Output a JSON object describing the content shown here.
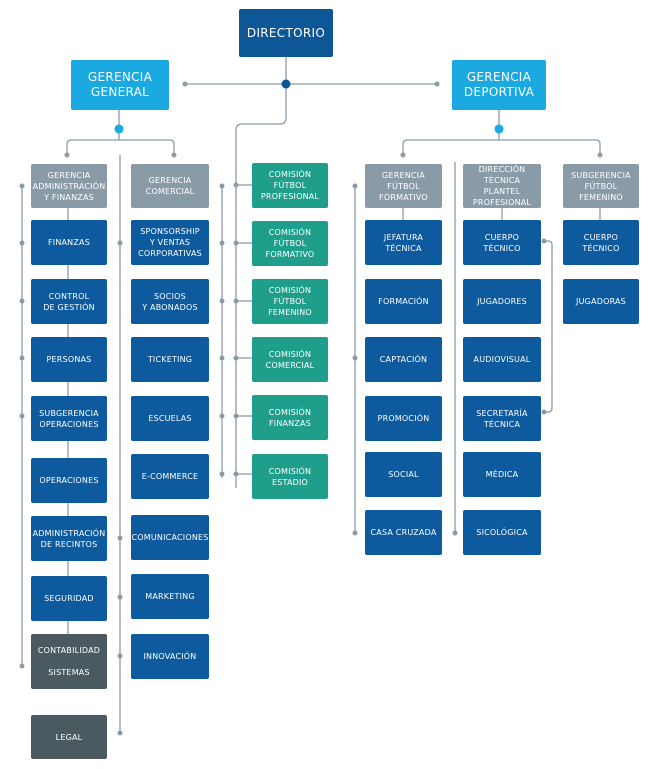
{
  "directorio": "DIRECTORIO",
  "gerencia_general": "GERENCIA\nGENERAL",
  "gerencia_deportiva": "GERENCIA\nDEPORTIVA",
  "admin": {
    "header": "GERENCIA\nADMINISTRACIÓN\nY FINANZAS",
    "items": [
      "FINANZAS",
      "CONTROL\nDE GESTIÓN",
      "PERSONAS",
      "SUBGERENCIA\nOPERACIONES",
      "OPERACIONES",
      "ADMINISTRACIÓN\nDE RECINTOS",
      "SEGURIDAD",
      "CONTABILIDAD\n\nSISTEMAS"
    ],
    "legal": "LEGAL"
  },
  "comercial": {
    "header": "GERENCIA\nCOMERCIAL",
    "items": [
      "SPONSORSHIP\nY VENTAS\nCORPORATIVAS",
      "SOCIOS\nY ABONADOS",
      "TICKETING",
      "ESCUELAS",
      "E-COMMERCE",
      "COMUNICACIONES",
      "MARKETING",
      "INNOVACIÓN"
    ]
  },
  "comisiones": [
    "COMISIÓN\nFÚTBOL\nPROFESIONAL",
    "COMISIÓN\nFÚTBOL\nFORMATIVO",
    "COMISIÓN\nFÚTBOL\nFEMENINO",
    "COMISIÓN\nCOMERCIAL",
    "COMISIÓN\nFINANZAS",
    "COMISIÓN\nESTADIO"
  ],
  "formativo": {
    "header": "GERENCIA\nFÚTBOL\nFORMATIVO",
    "items": [
      "JEFATURA\nTÉCNICA",
      "FORMACIÓN",
      "CAPTACIÓN",
      "PROMOCIÓN",
      "SOCIAL",
      "CASA CRUZADA"
    ]
  },
  "tecnica": {
    "header": "DIRECCIÓN TÉCNICA\nPLANTEL\nPROFESIONAL",
    "items": [
      "CUERPO\nTÉCNICO",
      "JUGADORES",
      "AUDIOVISUAL",
      "SECRETARÍA\nTÉCNICA",
      "MÉDICA",
      "SICOLÓGICA"
    ]
  },
  "femenino": {
    "header": "SUBGERENCIA\nFÚTBOL\nFEMENINO",
    "items": [
      "CUERPO\nTÉCNICO",
      "JUGADORAS"
    ]
  },
  "colors": {
    "navy": "#0d5a9e",
    "grey": "#8a9ba8",
    "teal": "#1f9e8c",
    "dark": "#4b5a60",
    "light_blue": "#1aa9e1",
    "line": "#8a9ba8"
  }
}
